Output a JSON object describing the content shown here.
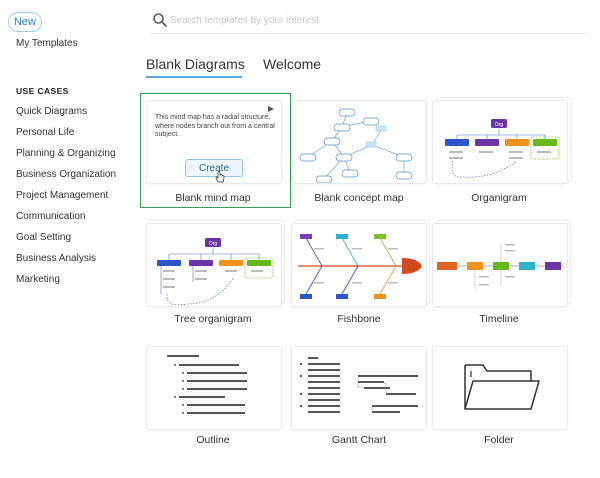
{
  "sidebar": {
    "new_label": "New",
    "my_templates": "My Templates",
    "section_title": "USE CASES",
    "items": [
      {
        "label": "Quick Diagrams"
      },
      {
        "label": "Personal Life"
      },
      {
        "label": "Planning & Organizing"
      },
      {
        "label": "Business Organization"
      },
      {
        "label": "Project Management"
      },
      {
        "label": "Communication"
      },
      {
        "label": "Goal Setting"
      },
      {
        "label": "Business Analysis"
      },
      {
        "label": "Marketing"
      }
    ]
  },
  "search": {
    "placeholder": "Search templates by your interest",
    "icon": "search-icon"
  },
  "tabs": [
    {
      "label": "Blank Diagrams",
      "active": true
    },
    {
      "label": "Welcome",
      "active": false
    }
  ],
  "templates": {
    "blank_mind_map": {
      "label": "Blank mind map",
      "description": "This mind map has a radial structure, where nodes branch out from a central subject.",
      "create_label": "Create",
      "selected": true
    },
    "blank_concept_map": {
      "label": "Blank concept map"
    },
    "organigram": {
      "label": "Organigram",
      "thumb_root": "Org"
    },
    "tree_organigram": {
      "label": "Tree organigram",
      "thumb_root": "Org"
    },
    "fishbone": {
      "label": "Fishbone"
    },
    "timeline": {
      "label": "Timeline"
    },
    "outline": {
      "label": "Outline"
    },
    "gantt_chart": {
      "label": "Gantt Chart"
    },
    "folder": {
      "label": "Folder"
    }
  },
  "colors": {
    "accent": "#5aa9e0",
    "selected_border": "#33a153",
    "org_root": "#6b35a8",
    "node_blue": "#2d56c9",
    "node_orange": "#f0921e",
    "node_green": "#66b81b",
    "fish_head": "#cf4a1f"
  }
}
